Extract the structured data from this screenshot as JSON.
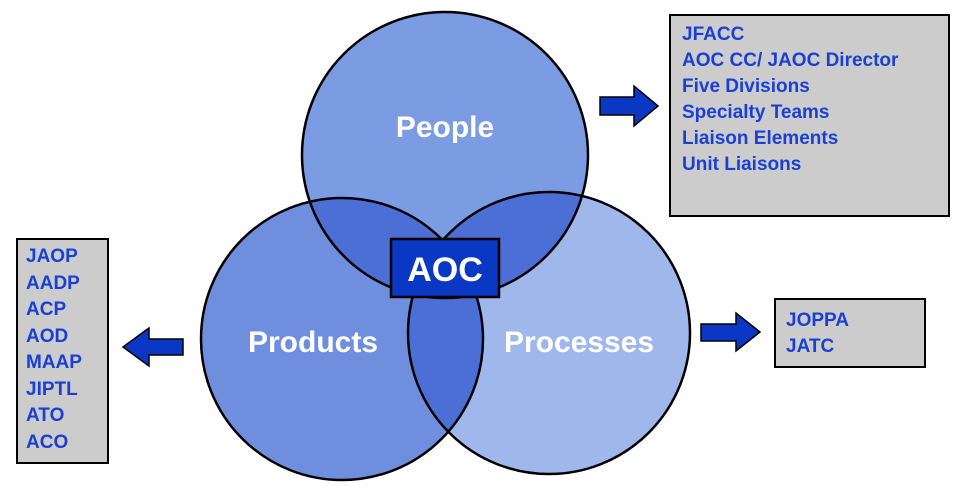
{
  "diagram": {
    "center_label": "AOC",
    "circles": {
      "people": "People",
      "products": "Products",
      "processes": "Processes"
    }
  },
  "boxes": {
    "people": [
      "JFACC",
      "AOC CC/ JAOC Director",
      "Five Divisions",
      "Specialty Teams",
      "Liaison Elements",
      "Unit Liaisons"
    ],
    "products": [
      "JAOP",
      "AADP",
      "ACP",
      "AOD",
      "MAAP",
      "JIPTL",
      "ATO",
      "ACO"
    ],
    "processes": [
      "JOPPA",
      "JATC"
    ]
  },
  "colors": {
    "people_circle": "#7b9be3",
    "products_circle": "#6f8fde",
    "processes_circle": "#9fb7ea",
    "overlap_dark": "#4c6fd6",
    "center_box": "#0a37c4",
    "arrow": "#0a37c4",
    "box_fill": "#cccccc",
    "box_text": "#1a3fd4"
  }
}
